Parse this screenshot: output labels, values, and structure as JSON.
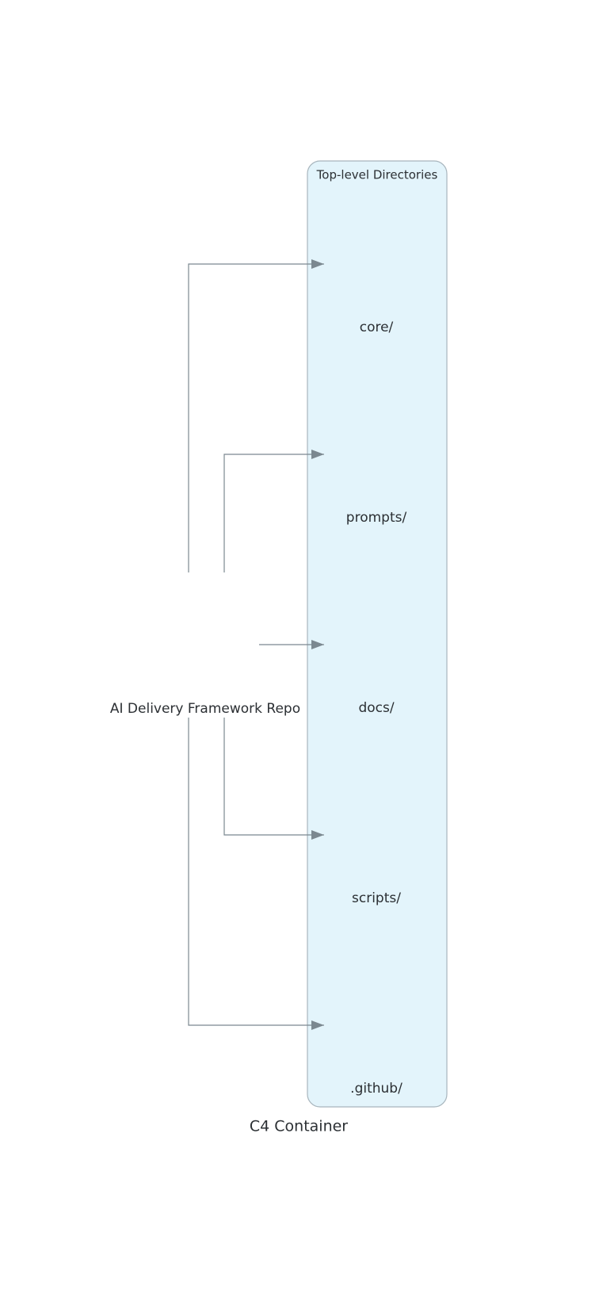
{
  "diagram": {
    "caption": "C4 Container",
    "source_node": {
      "label": "AI Delivery Framework Repo"
    },
    "boundary": {
      "label": "Top-level Directories"
    },
    "directories": [
      {
        "label": "core/"
      },
      {
        "label": "prompts/"
      },
      {
        "label": "docs/"
      },
      {
        "label": "scripts/"
      },
      {
        "label": ".github/"
      }
    ],
    "colors": {
      "boundary_fill": "#e3f4fb",
      "boundary_stroke": "#a8b5bd",
      "connector": "#7b8890",
      "text": "#2b2f33"
    }
  }
}
